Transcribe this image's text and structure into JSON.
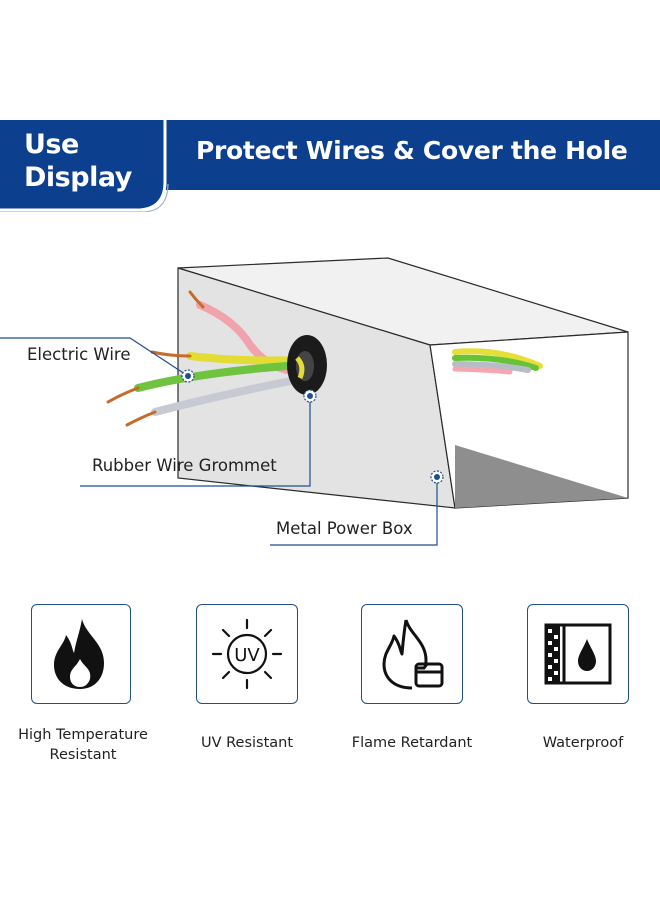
{
  "banner": {
    "left_text": "Use Display",
    "title": "Protect Wires & Cover the Hole"
  },
  "callouts": {
    "electric_wire": "Electric Wire",
    "rubber_grommet": "Rubber Wire Grommet",
    "metal_box": "Metal Power Box"
  },
  "features": [
    {
      "label": "High Temperature Resistant",
      "icon": "fire-icon"
    },
    {
      "label": "UV Resistant",
      "icon": "uv-sun-icon",
      "icon_text": "UV"
    },
    {
      "label": "Flame Retardant",
      "icon": "flame-retardant-icon"
    },
    {
      "label": "Waterproof",
      "icon": "waterproof-icon"
    }
  ],
  "colors": {
    "banner_blue": "#0d3f8f",
    "accent_blue": "#1f4f8f",
    "grommet_black": "#1b1b1b"
  }
}
